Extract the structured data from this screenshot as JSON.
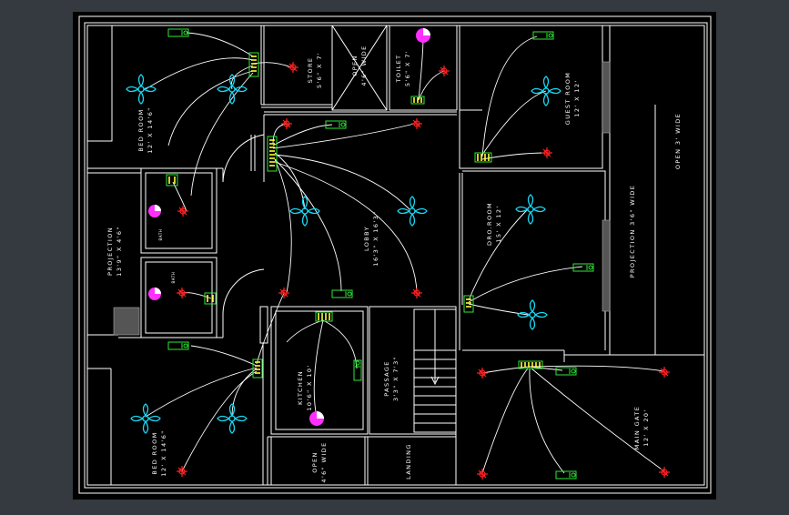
{
  "colors": {
    "background": "#343a40",
    "sheet": "#000000",
    "wall": "#ffffff",
    "wire": "#ffffff",
    "fan": "#17d8f5",
    "light": "#ff2020",
    "switchboard": "#ffff33",
    "switchboard_body": "#2ee836",
    "socket": "#2ee836",
    "exhaust": "#ff30ff"
  },
  "rooms": [
    {
      "id": "store",
      "name": "STORE",
      "size": "5'6\" X 7'"
    },
    {
      "id": "open-top",
      "name": "OPEN",
      "size": "4'6\" WIDE"
    },
    {
      "id": "toilet",
      "name": "TOILET",
      "size": "5'6\" X 7'"
    },
    {
      "id": "guest-room",
      "name": "GUEST ROOM",
      "size": "12' X 12'"
    },
    {
      "id": "bed-room-1",
      "name": "BED ROOM",
      "size": "12' X 14'6\""
    },
    {
      "id": "projection-left",
      "name": "PROJECTION",
      "size": "13'9\" X 4'6\""
    },
    {
      "id": "lobby",
      "name": "LOBBY",
      "size": "16'3\" X 16'3\""
    },
    {
      "id": "dro-room",
      "name": "DRO.ROOM",
      "size": "15' X 12'"
    },
    {
      "id": "projection-right",
      "name": "PROJECTION 3'6\" WIDE",
      "size": ""
    },
    {
      "id": "open-right",
      "name": "OPEN 3' WIDE",
      "size": ""
    },
    {
      "id": "kitchen",
      "name": "KITCHEN",
      "size": "10'6\" X 10'"
    },
    {
      "id": "passage",
      "name": "PASSAGE",
      "size": "3'3\" X 7'3\""
    },
    {
      "id": "bed-room-2",
      "name": "BED ROOM",
      "size": "12' X 14'6\""
    },
    {
      "id": "open-bottom",
      "name": "OPEN",
      "size": "4'6\" WIDE"
    },
    {
      "id": "landing",
      "name": "LANDING",
      "size": ""
    },
    {
      "id": "main-gate",
      "name": "MAIN GATE",
      "size": "12' X 20'"
    }
  ],
  "small_labels": {
    "bath1": "BATH",
    "bath2": "BATH"
  }
}
